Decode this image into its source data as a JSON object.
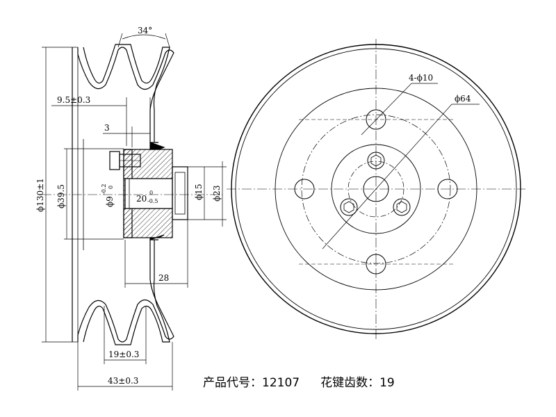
{
  "drawing": {
    "side_view": {
      "angle": "34°",
      "dim_groove_offset": "9.5±0.3",
      "dim_flange": "3",
      "dim_outer_diameter": "ϕ130±1",
      "dim_hub_diameter": "ϕ39.5",
      "dim_bore": "ϕ9",
      "dim_bore_tol_upper": "-0.2",
      "dim_bore_tol_lower": "0",
      "dim_bore_depth": "20",
      "dim_bore_depth_tol_upper": "0",
      "dim_bore_depth_tol_lower": "-0.5",
      "dim_shaft_15": "ϕ15",
      "dim_shaft_23": "ϕ23",
      "dim_hub_length": "28",
      "dim_groove_pitch": "19±0.3",
      "dim_overall_width": "43±0.3"
    },
    "front_view": {
      "label_holes": "4-ϕ10",
      "label_bolt_circle": "ϕ64"
    }
  },
  "caption": {
    "product_code_label": "产品代号：",
    "product_code": "12107",
    "spline_teeth_label": "花键齿数：",
    "spline_teeth": "19"
  }
}
